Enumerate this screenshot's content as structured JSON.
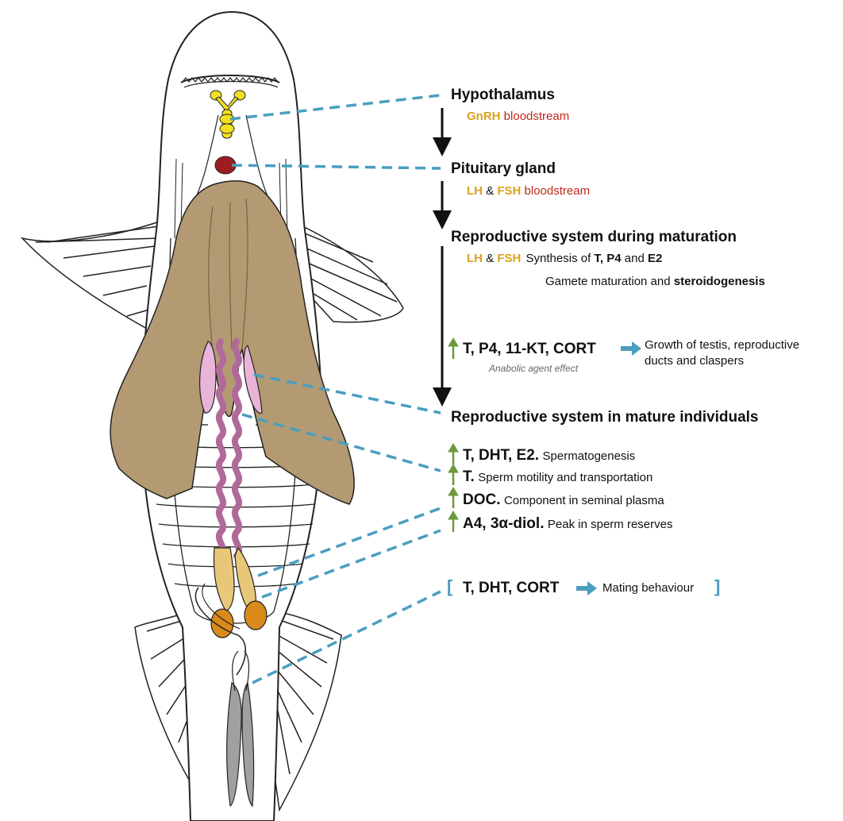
{
  "colors": {
    "dash": "#4a9ec0",
    "gold": "#d9a21f",
    "red": "#c0281f",
    "green_arrow": "#6a9a3a",
    "liver": "#b39a72",
    "pituitary": "#9c1c22",
    "gonad": "#e8b4d8",
    "duct": "#b06a9a",
    "seminal_vesicle": "#e8c878",
    "sperm_sac": "#d88a1a",
    "clasper": "#a0a0a0",
    "hypothalamus": "#f2e020"
  },
  "icons": [
    "black-down-arrow",
    "green-up-arrow",
    "blue-right-arrow",
    "blue-dashed-line"
  ],
  "hypothalamus": {
    "title": "Hypothalamus",
    "hormone": "GnRH",
    "route": "bloodstream"
  },
  "pituitary": {
    "title": "Pituitary gland",
    "hormone1": "LH",
    "joiner": "&",
    "hormone2": "FSH",
    "route": "bloodstream"
  },
  "maturation": {
    "title": "Reproductive system during maturation",
    "hormone1": "LH",
    "joiner": "&",
    "hormone2": "FSH",
    "synthesis_prefix": "Synthesis of ",
    "s1": "T, P4",
    "s_and": " and ",
    "s2": "E2",
    "gamete_prefix": "Gamete maturation and ",
    "gamete_bold": "steroidogenesis",
    "androgens": "T, P4, 11-KT, CORT",
    "effect_line1": "Growth of testis, reproductive",
    "effect_line2": "ducts and claspers",
    "anabolic": "Anabolic agent effect"
  },
  "mature": {
    "title": "Reproductive system in mature individuals",
    "items": [
      {
        "bold": "T, DHT, E2.",
        "text": "Spermatogenesis"
      },
      {
        "bold": "T.",
        "text": "Sperm motility and transportation"
      },
      {
        "bold": "DOC.",
        "text": "Component in seminal plasma"
      },
      {
        "bold": "A4, 3α-diol.",
        "text": "Peak in sperm reserves"
      }
    ],
    "mating": {
      "open": "[",
      "hormones": "T, DHT, CORT",
      "text": "Mating behaviour",
      "close": "]"
    }
  }
}
